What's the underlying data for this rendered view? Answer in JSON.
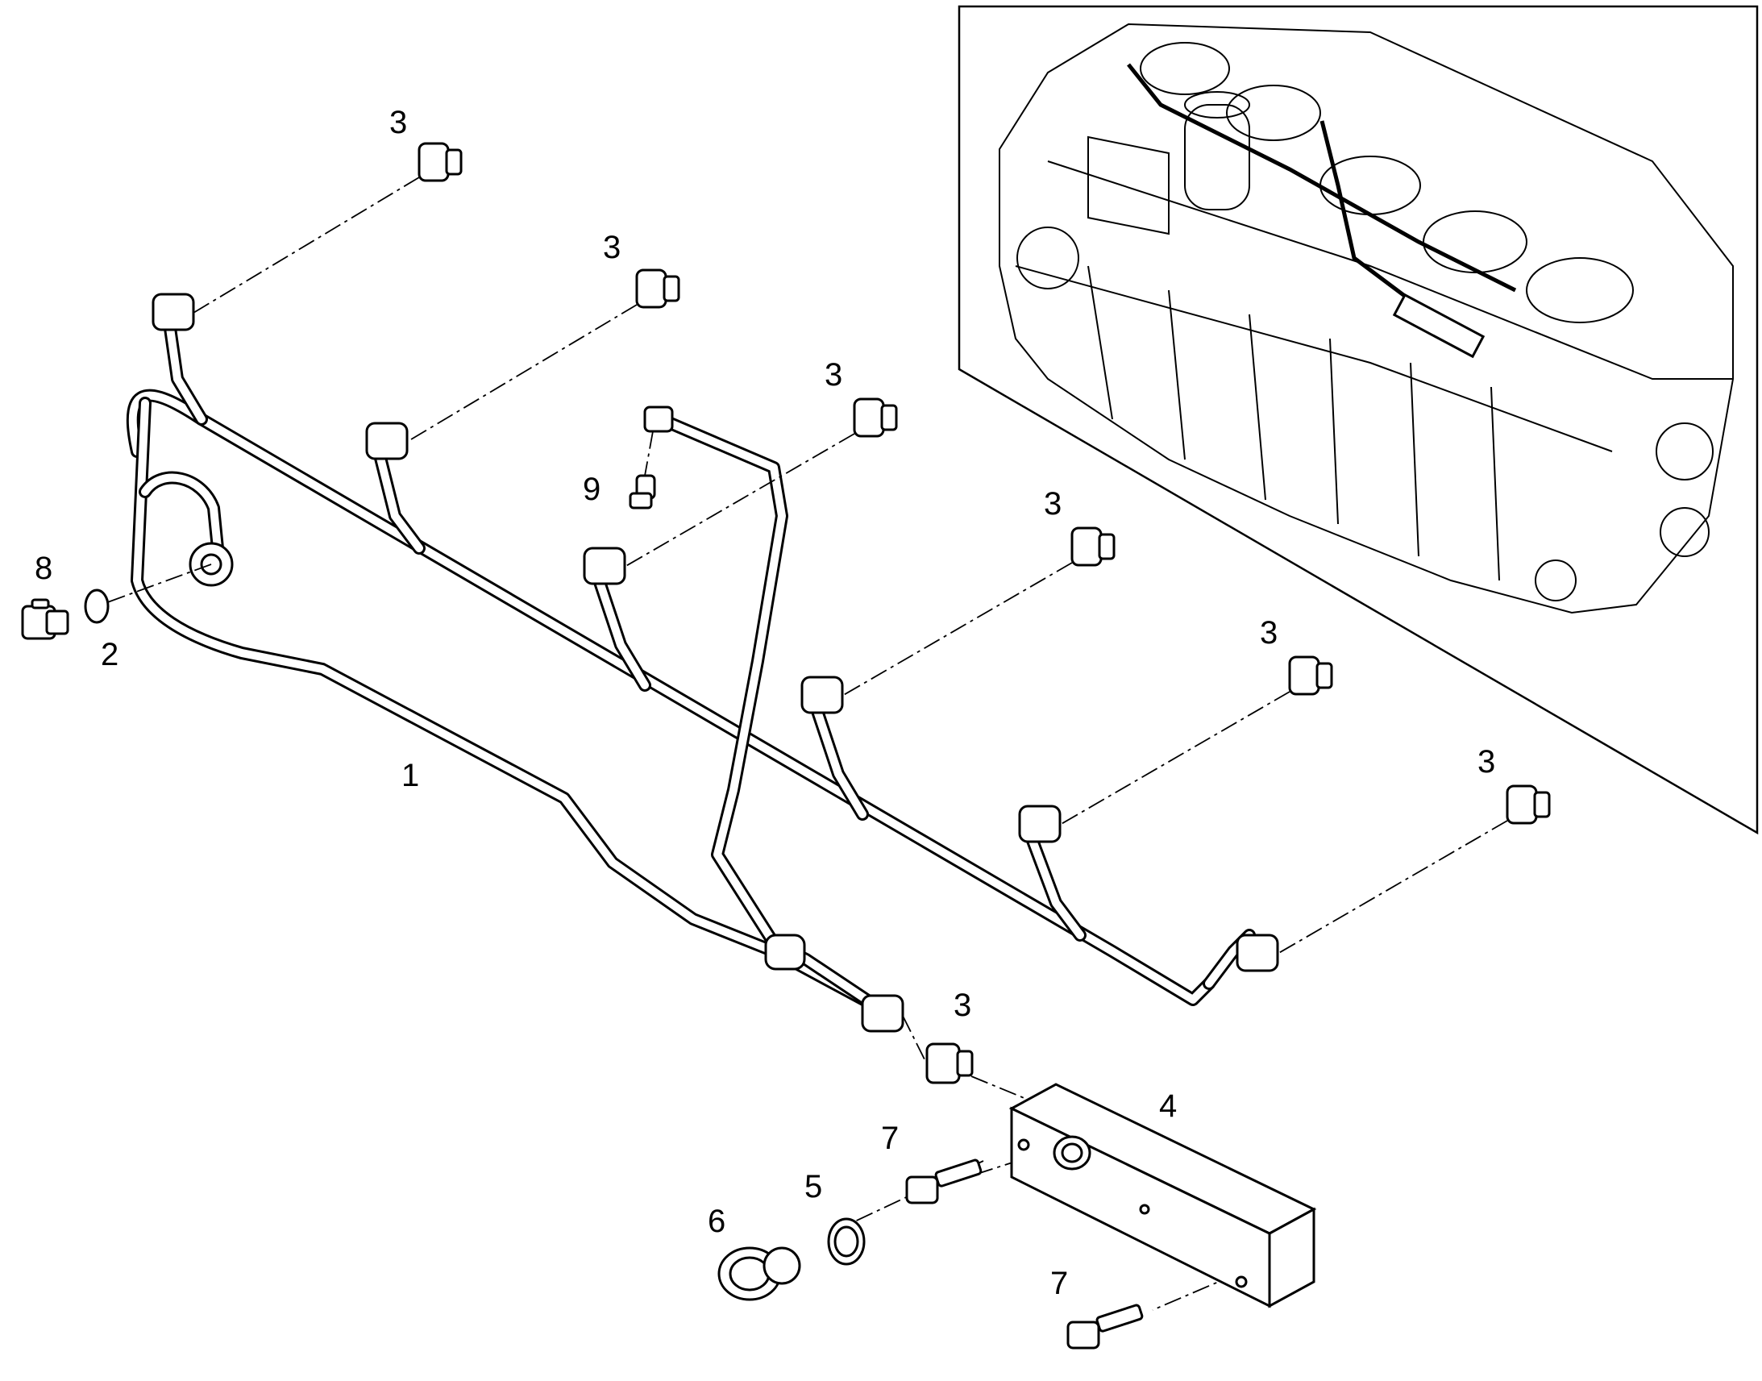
{
  "diagram": {
    "callouts": {
      "c1": "1",
      "c2": "2",
      "c3a": "3",
      "c3b": "3",
      "c3c": "3",
      "c3d": "3",
      "c3e": "3",
      "c3f": "3",
      "c3g": "3",
      "c4": "4",
      "c5": "5",
      "c6": "6",
      "c7a": "7",
      "c7b": "7",
      "c8": "8",
      "c9": "9"
    }
  }
}
